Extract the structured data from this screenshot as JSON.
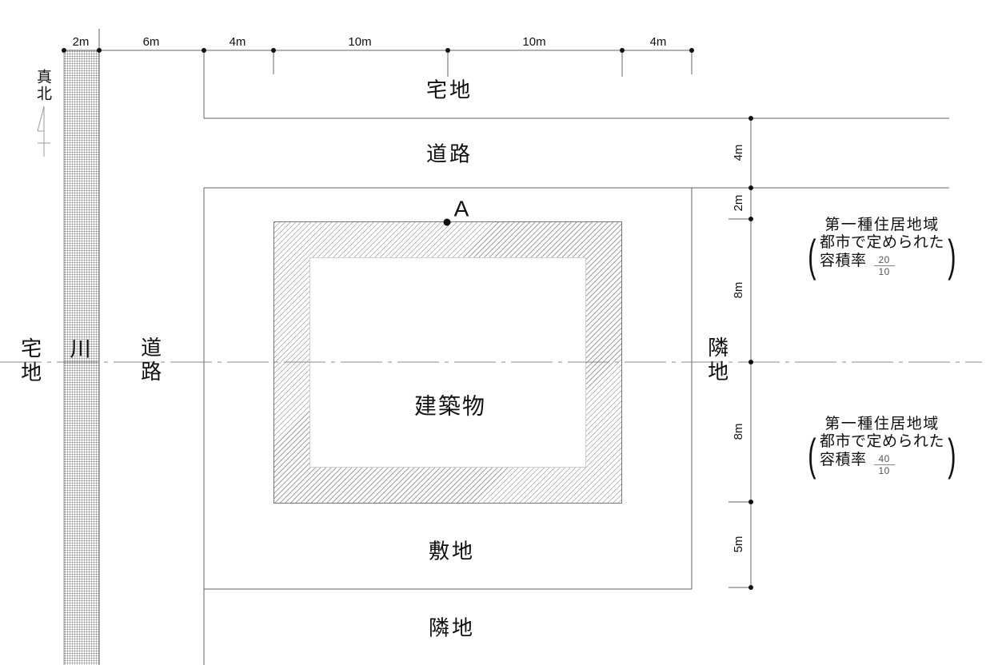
{
  "north": {
    "label": "真北"
  },
  "dims": {
    "top": [
      "2m",
      "6m",
      "4m",
      "10m",
      "10m",
      "4m"
    ],
    "right": [
      "4m",
      "2m",
      "8m",
      "8m",
      "5m"
    ]
  },
  "labels": {
    "plot_top": "宅地",
    "road_top": "道路",
    "plot_left": "宅地",
    "river": "川",
    "road_left": "道路",
    "neighbor_right": "隣地",
    "building": "建築物",
    "site": "敷地",
    "neighbor_bottom": "隣地",
    "point_a": "A"
  },
  "zones": [
    {
      "title": "第一種住居地域",
      "condition": "都市で定められた",
      "ratio_label": "容積率",
      "ratio_numerator": "20",
      "ratio_denominator": "10"
    },
    {
      "title": "第一種住居地域",
      "condition": "都市で定められた",
      "ratio_label": "容積率",
      "ratio_numerator": "40",
      "ratio_denominator": "10"
    }
  ],
  "colors": {
    "line": "#666666",
    "centerline": "#888888",
    "hatch": "#a2a2a2",
    "text": "#111111"
  }
}
